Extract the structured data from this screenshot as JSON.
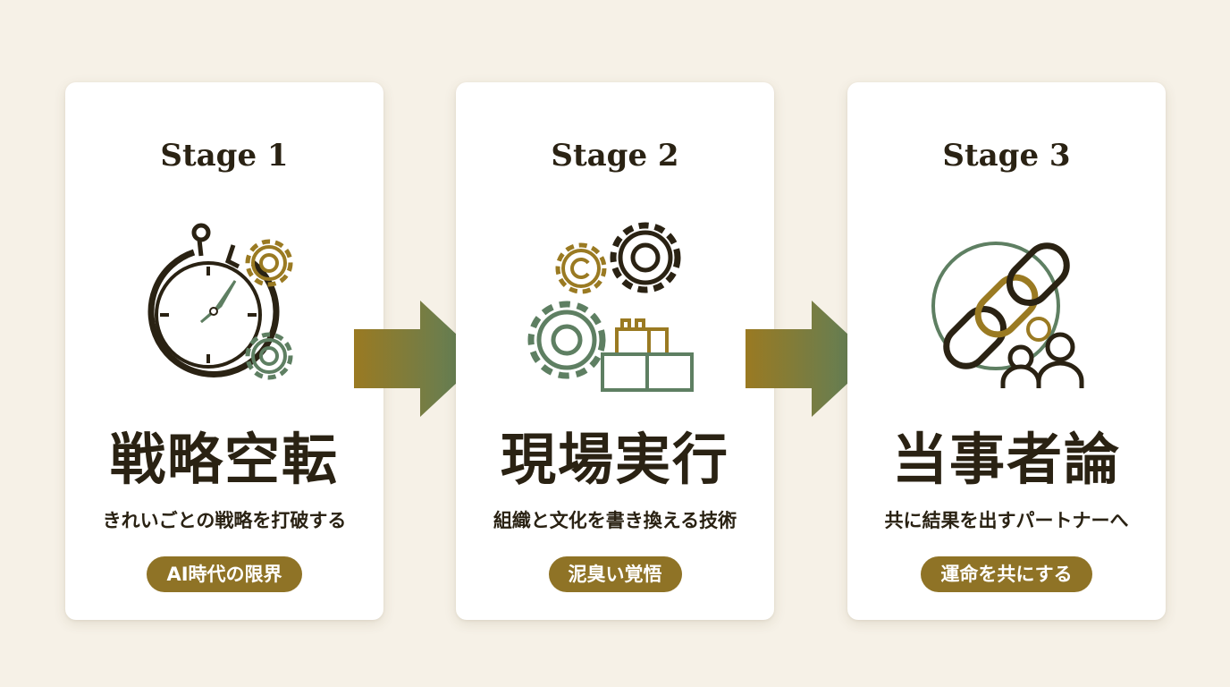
{
  "colors": {
    "background": "#f6f1e7",
    "card": "#ffffff",
    "text": "#2a2213",
    "gold": "#8f7326",
    "green": "#5e7f62"
  },
  "stages": [
    {
      "label": "Stage 1",
      "icon": "compass-gears-icon",
      "title": "戦略空転",
      "subtitle": "きれいごとの戦略を打破する",
      "badge": "AI時代の限界"
    },
    {
      "label": "Stage 2",
      "icon": "gears-blocks-icon",
      "title": "現場実行",
      "subtitle": "組織と文化を書き換える技術",
      "badge": "泥臭い覚悟"
    },
    {
      "label": "Stage 3",
      "icon": "chain-people-icon",
      "title": "当事者論",
      "subtitle": "共に結果を出すパートナーへ",
      "badge": "運命を共にする"
    }
  ]
}
